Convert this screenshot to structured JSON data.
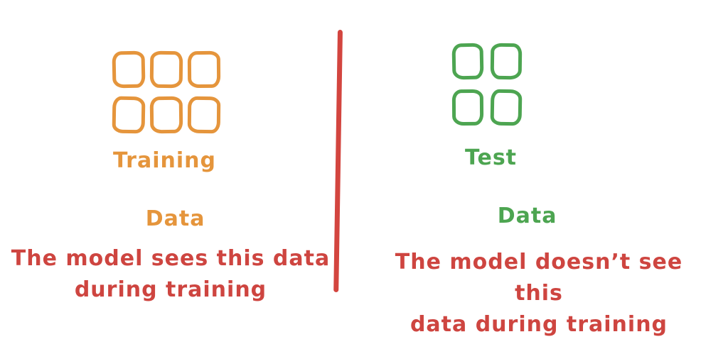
{
  "colors": {
    "background": "#FFFFFF",
    "orange": "#E5953C",
    "green": "#4DA551",
    "red-text": "#CE4540",
    "red-divider": "#D3453F"
  },
  "left_panel": {
    "squares_count": 6,
    "squares_rows": 2,
    "squares_cols": 3,
    "label": {
      "line1": "Training",
      "line2": "Data"
    },
    "caption": {
      "line1": "The model sees this data",
      "line2": "during training"
    }
  },
  "right_panel": {
    "squares_count": 4,
    "squares_rows": 2,
    "squares_cols": 2,
    "label": {
      "line1": "Test",
      "line2": "Data"
    },
    "caption": {
      "line1": "The model doesn’t see this",
      "line2": "data during training"
    }
  }
}
